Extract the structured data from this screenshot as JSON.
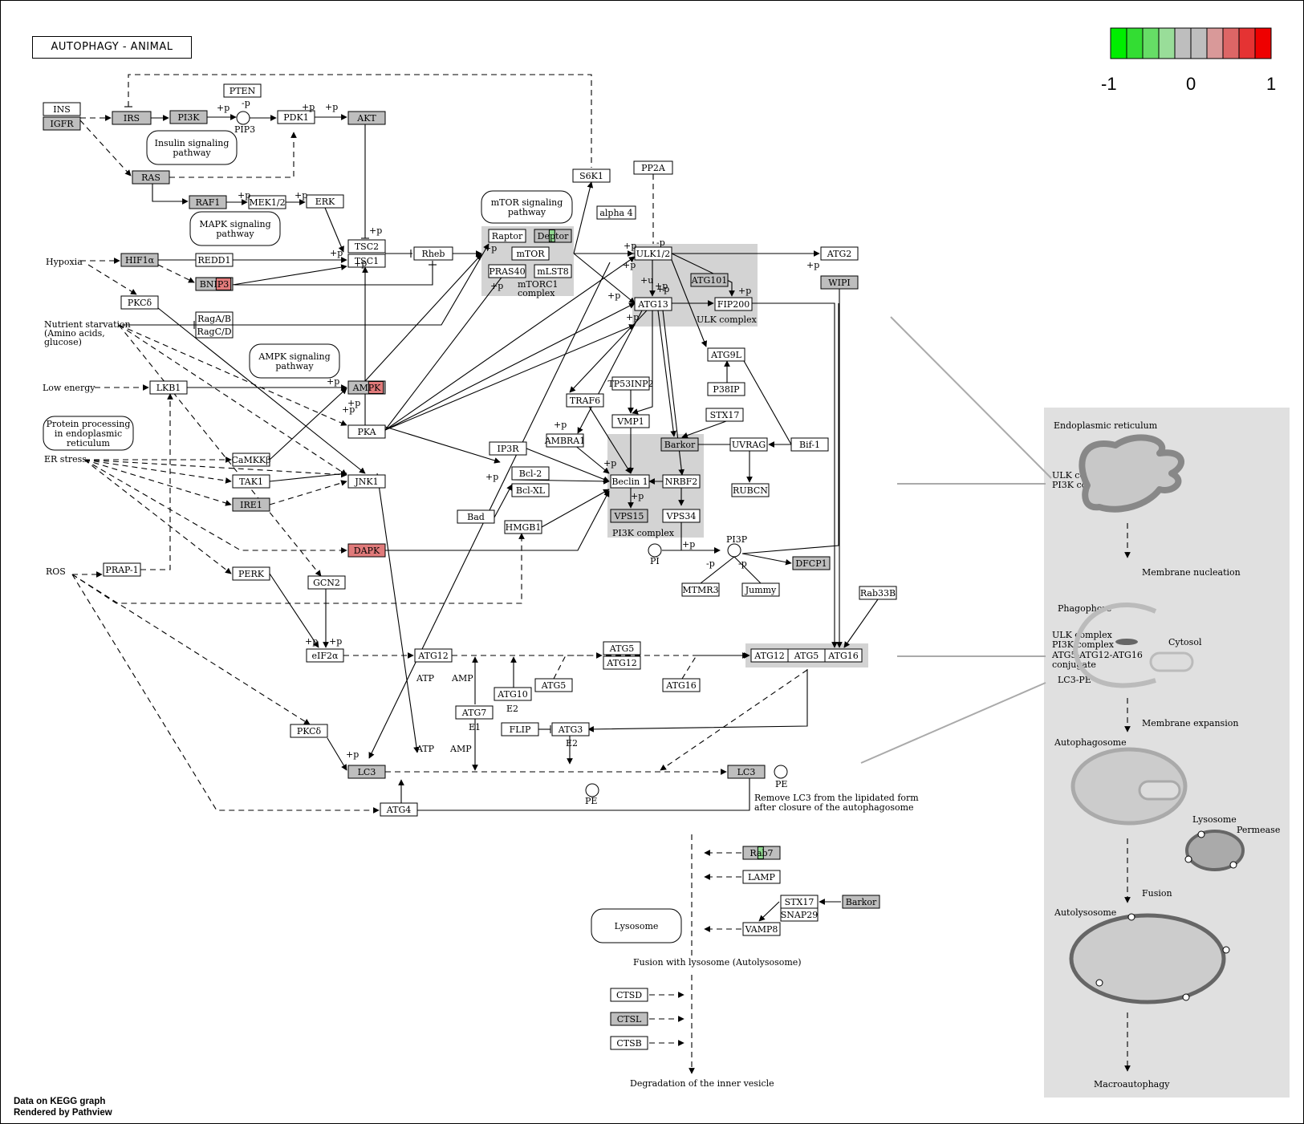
{
  "title": "AUTOPHAGY - ANIMAL",
  "color_scale": {
    "colors": [
      "#00ee00",
      "#33dd33",
      "#66dd66",
      "#99dd99",
      "#bebebe",
      "#bebebe",
      "#d99999",
      "#dd6666",
      "#e53333",
      "#ee0000"
    ],
    "min_label": "-1",
    "mid_label": "0",
    "max_label": "1"
  },
  "credit": {
    "line1": "Data on KEGG graph",
    "line2": "Rendered by Pathview"
  },
  "colors": {
    "gene_gray": "#bebebe",
    "gene_white": "#ffffff",
    "complex_bg": "#d3d3d3",
    "panel_bg": "#e0e0e0",
    "red_light": "#e07a7a",
    "green_light": "#8fd88f"
  },
  "nodes": [
    {
      "id": "INS",
      "label": "INS",
      "fill": "white"
    },
    {
      "id": "IGFR",
      "label": "IGFR",
      "fill": "gray"
    },
    {
      "id": "IRS",
      "label": "IRS",
      "fill": "gray"
    },
    {
      "id": "PI3K",
      "label": "PI3K",
      "fill": "gray"
    },
    {
      "id": "PTEN",
      "label": "PTEN",
      "fill": "white"
    },
    {
      "id": "PDK1",
      "label": "PDK1",
      "fill": "white"
    },
    {
      "id": "AKT",
      "label": "AKT",
      "fill": "gray"
    },
    {
      "id": "RAS",
      "label": "RAS",
      "fill": "gray"
    },
    {
      "id": "RAF1",
      "label": "RAF1",
      "fill": "gray"
    },
    {
      "id": "MEK12",
      "label": "MEK1/2",
      "fill": "white"
    },
    {
      "id": "ERK",
      "label": "ERK",
      "fill": "white"
    },
    {
      "id": "TSC2",
      "label": "TSC2",
      "fill": "white"
    },
    {
      "id": "TSC1",
      "label": "TSC1",
      "fill": "white"
    },
    {
      "id": "Rheb",
      "label": "Rheb",
      "fill": "white"
    },
    {
      "id": "HIF1a",
      "label": "HIF1α",
      "fill": "gray"
    },
    {
      "id": "REDD1",
      "label": "REDD1",
      "fill": "white"
    },
    {
      "id": "BNIP3",
      "label": "BNIP3",
      "fill": "gray",
      "accent": "red"
    },
    {
      "id": "PKCd1",
      "label": "PKCδ",
      "fill": "white"
    },
    {
      "id": "RagAB",
      "label": "RagA/B",
      "fill": "white"
    },
    {
      "id": "RagCD",
      "label": "RagC/D",
      "fill": "white"
    },
    {
      "id": "LKB1",
      "label": "LKB1",
      "fill": "white"
    },
    {
      "id": "AMPK",
      "label": "AMPK",
      "fill": "gray",
      "accent": "red"
    },
    {
      "id": "PKA",
      "label": "PKA",
      "fill": "white"
    },
    {
      "id": "CaMKKb",
      "label": "CaMKKβ",
      "fill": "white"
    },
    {
      "id": "TAK1",
      "label": "TAK1",
      "fill": "white"
    },
    {
      "id": "IRE1",
      "label": "IRE1",
      "fill": "gray"
    },
    {
      "id": "JNK1",
      "label": "JNK1",
      "fill": "white"
    },
    {
      "id": "DAPK",
      "label": "DAPK",
      "fill": "red"
    },
    {
      "id": "PRAP1",
      "label": "PRAP-1",
      "fill": "white"
    },
    {
      "id": "PERK",
      "label": "PERK",
      "fill": "white"
    },
    {
      "id": "GCN2",
      "label": "GCN2",
      "fill": "white"
    },
    {
      "id": "eIF2a",
      "label": "eIF2α",
      "fill": "white"
    },
    {
      "id": "PKCd2",
      "label": "PKCδ",
      "fill": "white"
    },
    {
      "id": "LC3a",
      "label": "LC3",
      "fill": "gray"
    },
    {
      "id": "ATG4",
      "label": "ATG4",
      "fill": "white"
    },
    {
      "id": "Raptor",
      "label": "Raptor",
      "fill": "white"
    },
    {
      "id": "Deptor",
      "label": "Deptor",
      "fill": "gray",
      "accent": "green"
    },
    {
      "id": "mTOR",
      "label": "mTOR",
      "fill": "white"
    },
    {
      "id": "PRAS40",
      "label": "PRAS40",
      "fill": "white"
    },
    {
      "id": "mLST8",
      "label": "mLST8",
      "fill": "white"
    },
    {
      "id": "S6K1",
      "label": "S6K1",
      "fill": "white"
    },
    {
      "id": "PP2A",
      "label": "PP2A",
      "fill": "white"
    },
    {
      "id": "alpha4",
      "label": "alpha 4",
      "fill": "white"
    },
    {
      "id": "ULK12",
      "label": "ULK1/2",
      "fill": "white"
    },
    {
      "id": "ATG101",
      "label": "ATG101",
      "fill": "gray"
    },
    {
      "id": "ATG13",
      "label": "ATG13",
      "fill": "white"
    },
    {
      "id": "FIP200",
      "label": "FIP200",
      "fill": "white"
    },
    {
      "id": "ATG2",
      "label": "ATG2",
      "fill": "white"
    },
    {
      "id": "WIPI",
      "label": "WIPI",
      "fill": "gray"
    },
    {
      "id": "ATG9L",
      "label": "ATG9L",
      "fill": "white"
    },
    {
      "id": "P38IP",
      "label": "P38IP",
      "fill": "white"
    },
    {
      "id": "TP53INP2",
      "label": "TP53INP2",
      "fill": "white"
    },
    {
      "id": "TRAF6",
      "label": "TRAF6",
      "fill": "white"
    },
    {
      "id": "VMP1",
      "label": "VMP1",
      "fill": "white"
    },
    {
      "id": "AMBRA1",
      "label": "AMBRA1",
      "fill": "white"
    },
    {
      "id": "STX17a",
      "label": "STX17",
      "fill": "white"
    },
    {
      "id": "Barkor1",
      "label": "Barkor",
      "fill": "gray"
    },
    {
      "id": "UVRAG",
      "label": "UVRAG",
      "fill": "white"
    },
    {
      "id": "Bif1",
      "label": "Bif-1",
      "fill": "white"
    },
    {
      "id": "IP3R",
      "label": "IP3R",
      "fill": "white"
    },
    {
      "id": "Bcl2",
      "label": "Bcl-2",
      "fill": "white"
    },
    {
      "id": "BclXL",
      "label": "Bcl-XL",
      "fill": "white"
    },
    {
      "id": "Bad",
      "label": "Bad",
      "fill": "white"
    },
    {
      "id": "HMGB1",
      "label": "HMGB1",
      "fill": "white"
    },
    {
      "id": "Beclin1",
      "label": "Beclin 1",
      "fill": "white"
    },
    {
      "id": "NRBF2",
      "label": "NRBF2",
      "fill": "white"
    },
    {
      "id": "VPS15",
      "label": "VPS15",
      "fill": "gray"
    },
    {
      "id": "VPS34",
      "label": "VPS34",
      "fill": "white"
    },
    {
      "id": "RUBCN",
      "label": "RUBCN",
      "fill": "white"
    },
    {
      "id": "DFCP1",
      "label": "DFCP1",
      "fill": "gray"
    },
    {
      "id": "MTMR3",
      "label": "MTMR3",
      "fill": "white"
    },
    {
      "id": "Jummy",
      "label": "Jummy",
      "fill": "white"
    },
    {
      "id": "Rab33B",
      "label": "Rab33B",
      "fill": "white"
    },
    {
      "id": "ATG12a",
      "label": "ATG12",
      "fill": "white"
    },
    {
      "id": "ATG5a",
      "label": "ATG5",
      "fill": "white"
    },
    {
      "id": "ATG12b",
      "label": "ATG12",
      "fill": "white"
    },
    {
      "id": "ATG10",
      "label": "ATG10",
      "fill": "white"
    },
    {
      "id": "ATG5b",
      "label": "ATG5",
      "fill": "white"
    },
    {
      "id": "ATG7",
      "label": "ATG7",
      "fill": "white"
    },
    {
      "id": "ATG16a",
      "label": "ATG16",
      "fill": "white"
    },
    {
      "id": "ATG12c",
      "label": "ATG12",
      "fill": "white"
    },
    {
      "id": "ATG5c",
      "label": "ATG5",
      "fill": "white"
    },
    {
      "id": "ATG16b",
      "label": "ATG16",
      "fill": "white"
    },
    {
      "id": "FLIP",
      "label": "FLIP",
      "fill": "white"
    },
    {
      "id": "ATG3",
      "label": "ATG3",
      "fill": "white"
    },
    {
      "id": "LC3b",
      "label": "LC3",
      "fill": "gray"
    },
    {
      "id": "Rab7",
      "label": "Rab7",
      "fill": "gray",
      "accent": "green"
    },
    {
      "id": "LAMP",
      "label": "LAMP",
      "fill": "white"
    },
    {
      "id": "STX17b",
      "label": "STX17",
      "fill": "white"
    },
    {
      "id": "SNAP29",
      "label": "SNAP29",
      "fill": "white"
    },
    {
      "id": "Barkor2",
      "label": "Barkor",
      "fill": "gray"
    },
    {
      "id": "VAMP8",
      "label": "VAMP8",
      "fill": "white"
    },
    {
      "id": "CTSD",
      "label": "CTSD",
      "fill": "white"
    },
    {
      "id": "CTSL",
      "label": "CTSL",
      "fill": "gray"
    },
    {
      "id": "CTSB",
      "label": "CTSB",
      "fill": "white"
    }
  ],
  "pathway_links": [
    {
      "id": "insulin",
      "line1": "Insulin signaling",
      "line2": "pathway"
    },
    {
      "id": "mapk",
      "line1": "MAPK signaling",
      "line2": "pathway"
    },
    {
      "id": "mtor",
      "line1": "mTOR signaling",
      "line2": "pathway"
    },
    {
      "id": "ampk",
      "line1": "AMPK signaling",
      "line2": "pathway"
    },
    {
      "id": "er",
      "line1": "Protein processing",
      "line2": "in endoplasmic",
      "line3": "reticulum"
    },
    {
      "id": "lyso",
      "line1": "Lysosome"
    }
  ],
  "labels": {
    "hypoxia": "Hypoxia",
    "nutrient1": "Nutrient starvation",
    "nutrient2": "(Amino acids,",
    "nutrient3": "glucose)",
    "low_energy": "Low energy",
    "er_stress": "ER stress",
    "ros": "ROS",
    "pip3": "PIP3",
    "mtorc1_1": "mTORC1",
    "mtorc1_2": "complex",
    "ulk_complex": "ULK complex",
    "pi3k_complex": "PI3K complex",
    "pi": "PI",
    "pi3p": "PI3P",
    "pe1": "PE",
    "pe2": "PE",
    "atp1": "ATP",
    "amp1": "AMP",
    "atp2": "ATP",
    "amp2": "AMP",
    "e1": "E1",
    "e2a": "E2",
    "e2b": "E2",
    "remove1": "Remove LC3 from the lipidated form",
    "remove2": "after closure of the autophagosome",
    "fusion_lyso": "Fusion with lysosome (Autolysosome)",
    "degradation": "Degradation of the inner vesicle",
    "plus_p": "+p",
    "minus_p": "-p",
    "plus_u": "+u"
  },
  "panel": {
    "er": "Endoplasmic reticulum",
    "ulk_c1": "ULK complex",
    "pi3k_c1": "PI3K complex",
    "membrane_nucleation": "Membrane nucleation",
    "phagophore": "Phagophore",
    "ulk_c2": "ULK complex",
    "pi3k_c2": "PI3K complex",
    "atg_conj1": "ATG5-ATG12-ATG16",
    "atg_conj2": "conjugate",
    "lc3pe": "LC3-PE",
    "cytosol": "Cytosol",
    "membrane_expansion": "Membrane expansion",
    "autophagosome": "Autophagosome",
    "lysosome": "Lysosome",
    "permease": "Permease",
    "fusion": "Fusion",
    "autolysosome": "Autolysosome",
    "macroautophagy": "Macroautophagy"
  }
}
